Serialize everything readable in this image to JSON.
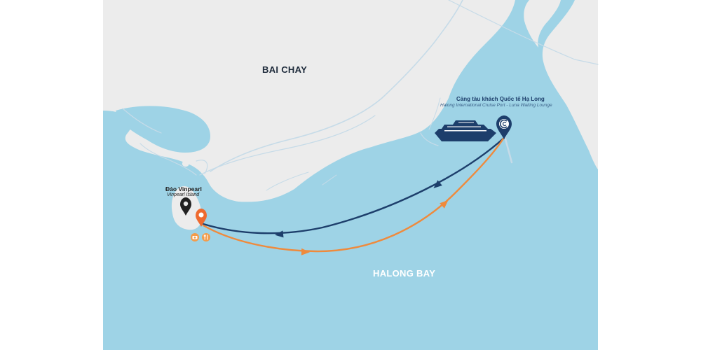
{
  "map": {
    "colors": {
      "water": "#9ed3e6",
      "land": "#ececec",
      "road": "#c6dbe8",
      "outbound_route": "#1d3e6b",
      "return_route": "#ef8a3c",
      "vinpearl_marker": "#ee6a2f",
      "port_marker": "#1d3e6b"
    },
    "labels": {
      "city": "BAI CHAY",
      "bay": "HALONG BAY"
    },
    "port": {
      "title": "Cảng tàu khách Quốc tế Hạ Long",
      "subtitle": "Halong International Cruise Port - Luna Waiting Lounge",
      "icon": "port-pin-icon"
    },
    "island": {
      "title": "Đảo Vinpearl",
      "subtitle": "Vinpearl Island",
      "icons": [
        "map-pin-icon",
        "destination-pin-icon",
        "camera-icon",
        "restaurant-icon"
      ]
    },
    "vessel_icon": "cruise-ship-icon"
  }
}
